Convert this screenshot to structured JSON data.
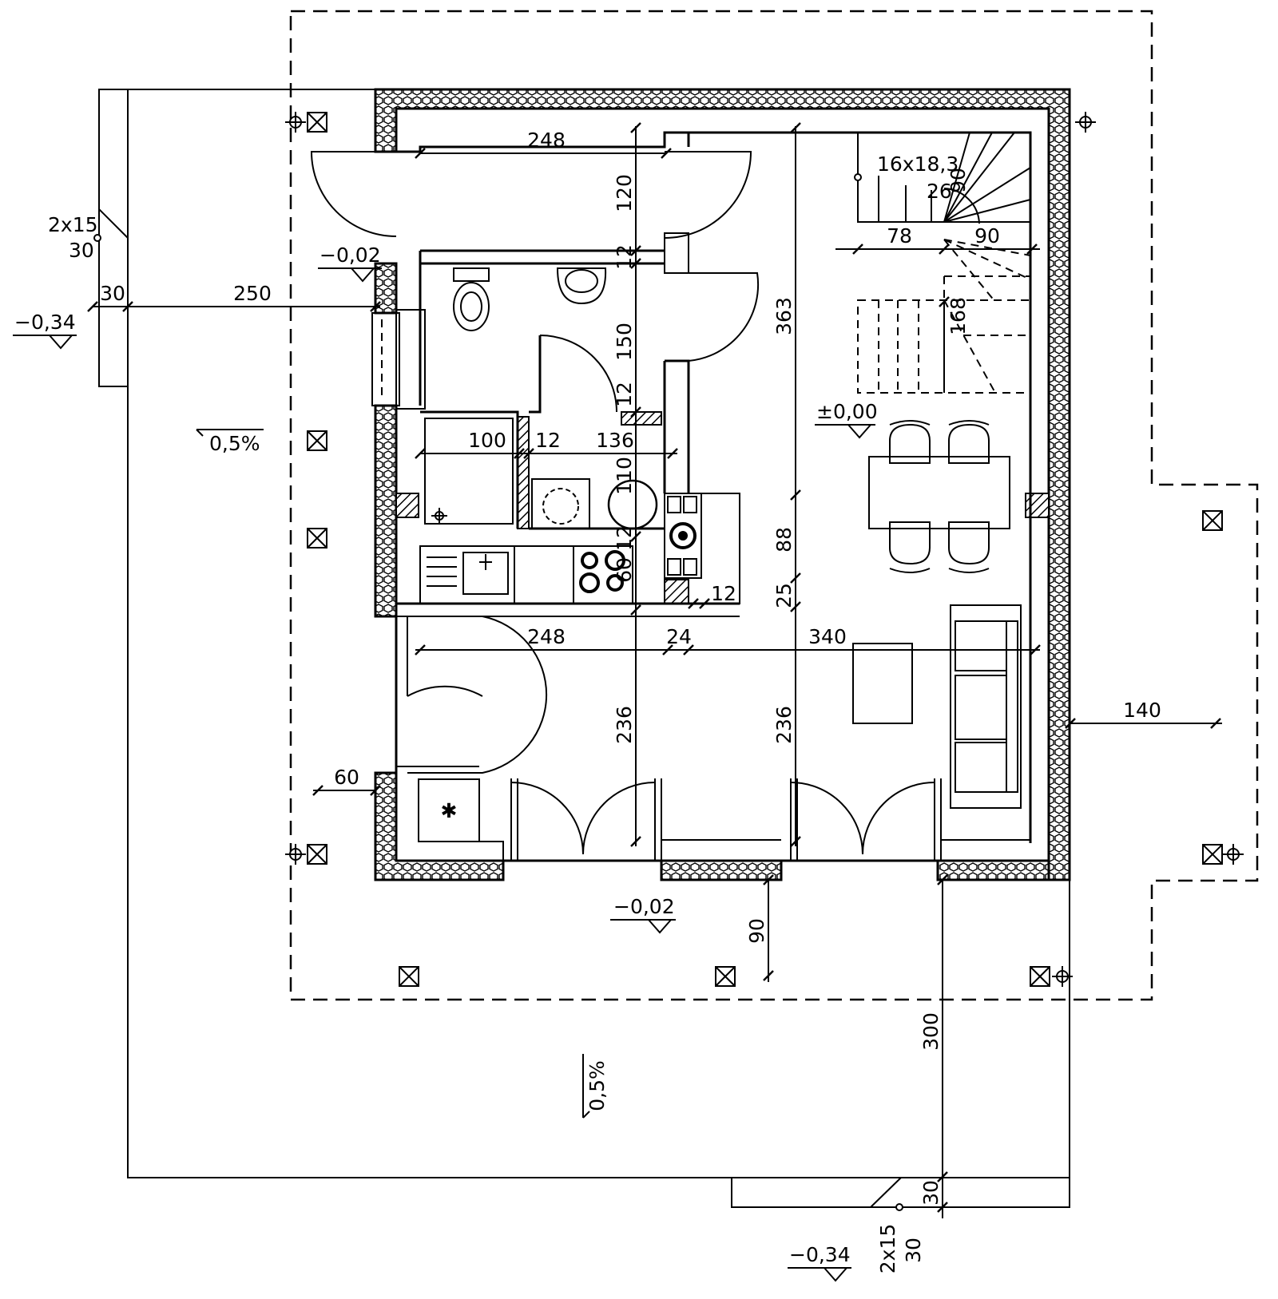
{
  "dimensions": {
    "top_hall_width": "248",
    "upper_vertical": "120",
    "upper_vertical_wall": "12",
    "bath_vertical": "150",
    "mid_vertical_wall": "12",
    "left_wall": "30",
    "left_porch": "250",
    "shower_width": "100",
    "partition": "12",
    "bath_width": "136",
    "kitchen_vertical": "110",
    "kitchen_wall": "12",
    "kitchen_depth": "60",
    "counter_gap": "12",
    "lower_left_width": "248",
    "lower_wall": "24",
    "living_width": "340",
    "living_height": "363",
    "dining_height": "88",
    "wall_25": "25",
    "left_room_height": "236",
    "right_room_height": "236",
    "right_overhang": "140",
    "wardrobe_depth": "60",
    "front_overhang": "90",
    "terrace_depth": "300",
    "bottom_step": "30",
    "stair_run": "78",
    "stair_landing": "90",
    "stair_height": "168",
    "stair_width": "90"
  },
  "levels": {
    "entrance": "−0,02",
    "porch_left": "−0,34",
    "floor": "±0,00",
    "terrace_front": "−0,02",
    "ground_bottom": "−0,34"
  },
  "slopes": {
    "left": "0,5%",
    "front": "0,5%"
  },
  "stairs": {
    "count_rise": "16x18,3",
    "tread": "26"
  },
  "steps": {
    "left_spec": "2x15",
    "left_depth": "30",
    "bottom_spec": "2x15",
    "bottom_depth": "30"
  }
}
